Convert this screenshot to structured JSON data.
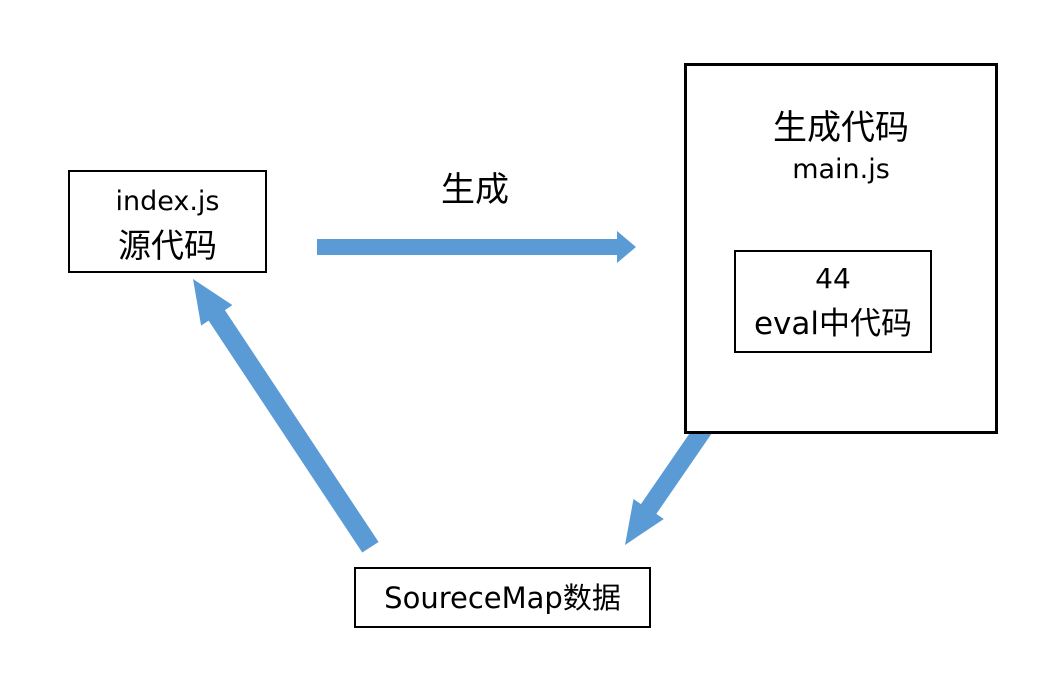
{
  "nodes": {
    "source": {
      "filename": "index.js",
      "label": "源代码"
    },
    "generated": {
      "label": "生成代码",
      "filename": "main.js"
    },
    "eval": {
      "number": "44",
      "label": "eval中代码"
    },
    "sourcemap": {
      "label": "SoureceMap数据"
    }
  },
  "edges": {
    "generate_label": "生成"
  },
  "colors": {
    "arrow": "#5b9bd5",
    "border": "#000000",
    "background": "#ffffff"
  }
}
